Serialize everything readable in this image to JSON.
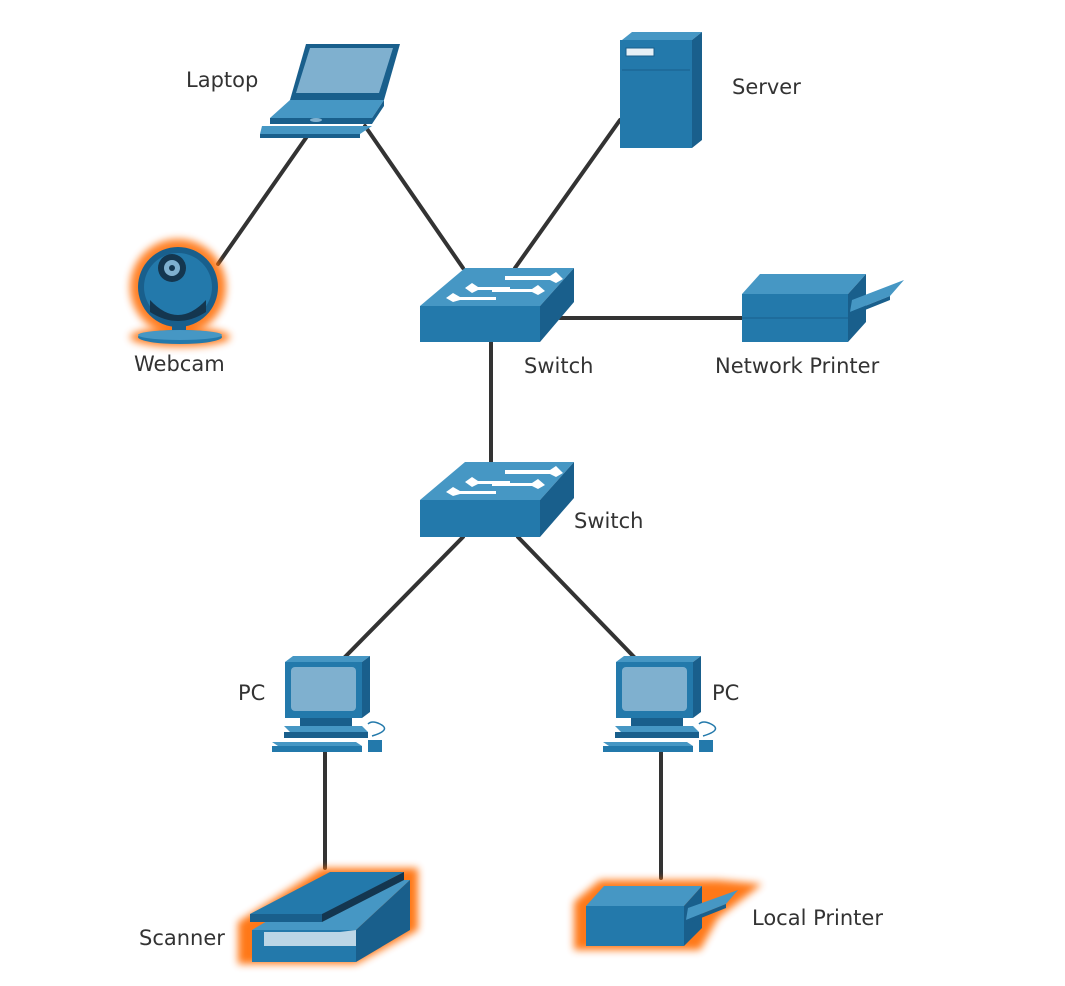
{
  "colors": {
    "device_front": "#2379ab",
    "device_top": "#4697c4",
    "device_side": "#195f8c",
    "screen": "#7fb0cf",
    "link": "#333333",
    "highlight": "#ff6a00"
  },
  "nodes": {
    "laptop": {
      "label": "Laptop",
      "icon": "laptop-icon",
      "highlighted": false
    },
    "server": {
      "label": "Server",
      "icon": "server-icon",
      "highlighted": false
    },
    "webcam": {
      "label": "Webcam",
      "icon": "webcam-icon",
      "highlighted": true
    },
    "switch_top": {
      "label": "Switch",
      "icon": "switch-icon",
      "highlighted": false
    },
    "network_printer": {
      "label": "Network Printer",
      "icon": "printer-icon",
      "highlighted": false
    },
    "switch_bottom": {
      "label": "Switch",
      "icon": "switch-icon",
      "highlighted": false
    },
    "pc_left": {
      "label": "PC",
      "icon": "pc-icon",
      "highlighted": false
    },
    "pc_right": {
      "label": "PC",
      "icon": "pc-icon",
      "highlighted": false
    },
    "scanner": {
      "label": "Scanner",
      "icon": "scanner-icon",
      "highlighted": true
    },
    "local_printer": {
      "label": "Local Printer",
      "icon": "printer-icon",
      "highlighted": true
    }
  },
  "links": [
    {
      "from": "laptop",
      "to": "webcam"
    },
    {
      "from": "laptop",
      "to": "switch_top"
    },
    {
      "from": "server",
      "to": "switch_top"
    },
    {
      "from": "switch_top",
      "to": "network_printer"
    },
    {
      "from": "switch_top",
      "to": "switch_bottom"
    },
    {
      "from": "switch_bottom",
      "to": "pc_left"
    },
    {
      "from": "switch_bottom",
      "to": "pc_right"
    },
    {
      "from": "pc_left",
      "to": "scanner"
    },
    {
      "from": "pc_right",
      "to": "local_printer"
    }
  ]
}
